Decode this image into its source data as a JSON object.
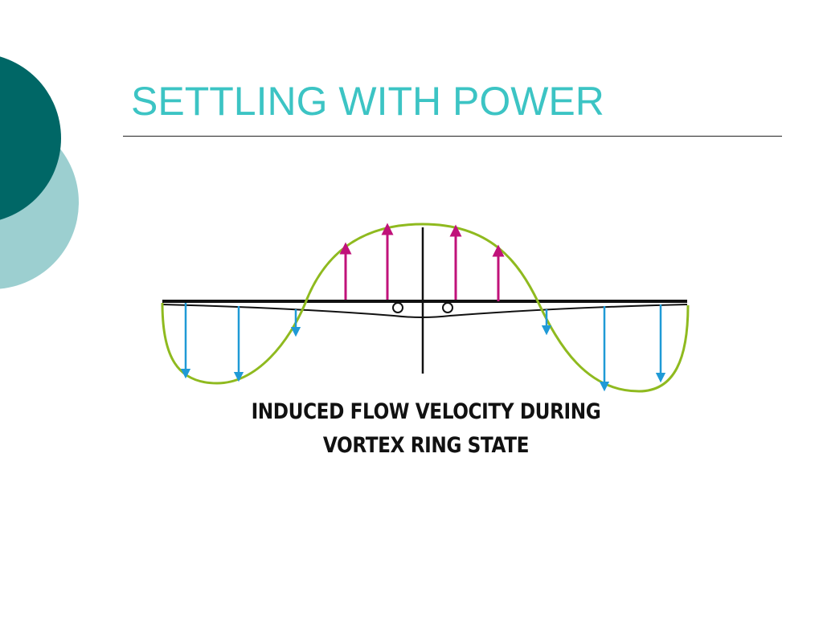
{
  "slide": {
    "title": "SETTLING WITH POWER",
    "title_color": "#3cc4c4"
  },
  "theme": {
    "dark_circle": "#006766",
    "light_circle": "#9ccfd0"
  },
  "diagram": {
    "caption_line1": "INDUCED FLOW VELOCITY DURING",
    "caption_line2": "VORTEX RING STATE",
    "colors": {
      "flow_curve": "#8fba1f",
      "upflow_arrow": "#c0127a",
      "downflow_arrow": "#1f9ad6",
      "rotor": "#111111"
    }
  }
}
